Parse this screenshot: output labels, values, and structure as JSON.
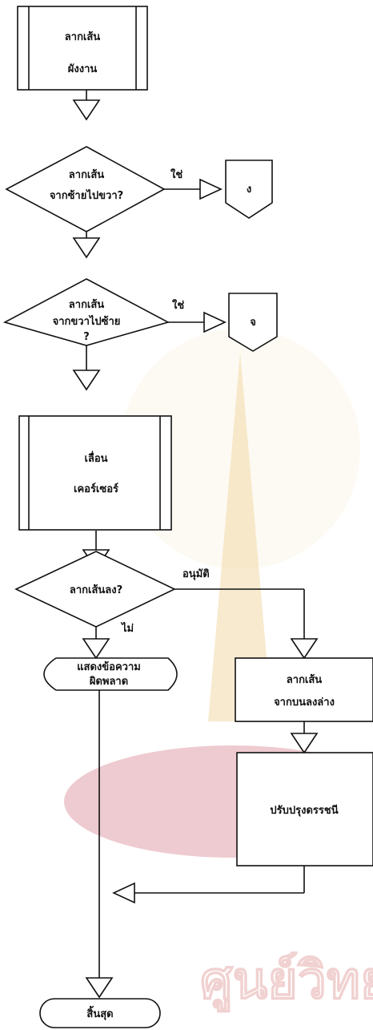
{
  "nodes": {
    "process_draw_line": {
      "line1": "ลากเส้น",
      "line2": "ผังงาน"
    },
    "decision_left_to_right": {
      "line1": "ลากเส้น",
      "line2": "จากซ้ายไปขวา?",
      "yes_label": "ใช่"
    },
    "connector_ng": {
      "label": "ง"
    },
    "decision_right_to_left": {
      "line1": "ลากเส้น",
      "line2": "จากขวาไปซ้าย",
      "line3": "?",
      "yes_label": "ใช่"
    },
    "connector_jor": {
      "label": "จ"
    },
    "process_move_cursor": {
      "line1": "เลื่อน",
      "line2": "เคอร์เซอร์"
    },
    "decision_draw_down": {
      "line1": "ลากเส้นลง?",
      "approve_label": "อนุมัติ",
      "no_label": "ไม่"
    },
    "display_error": {
      "line1": "แสดงข้อความ",
      "line2": "ผิดพลาด"
    },
    "process_top_to_bottom": {
      "line1": "ลากเส้น",
      "line2": "จากบนลงล่าง"
    },
    "process_update_index": {
      "line1": "ปรับปรุงดรรชนี"
    },
    "terminal_end": {
      "label": "สิ้นสุด"
    }
  },
  "watermark": {
    "text": "ศูนย์วิทยทรัพย"
  }
}
